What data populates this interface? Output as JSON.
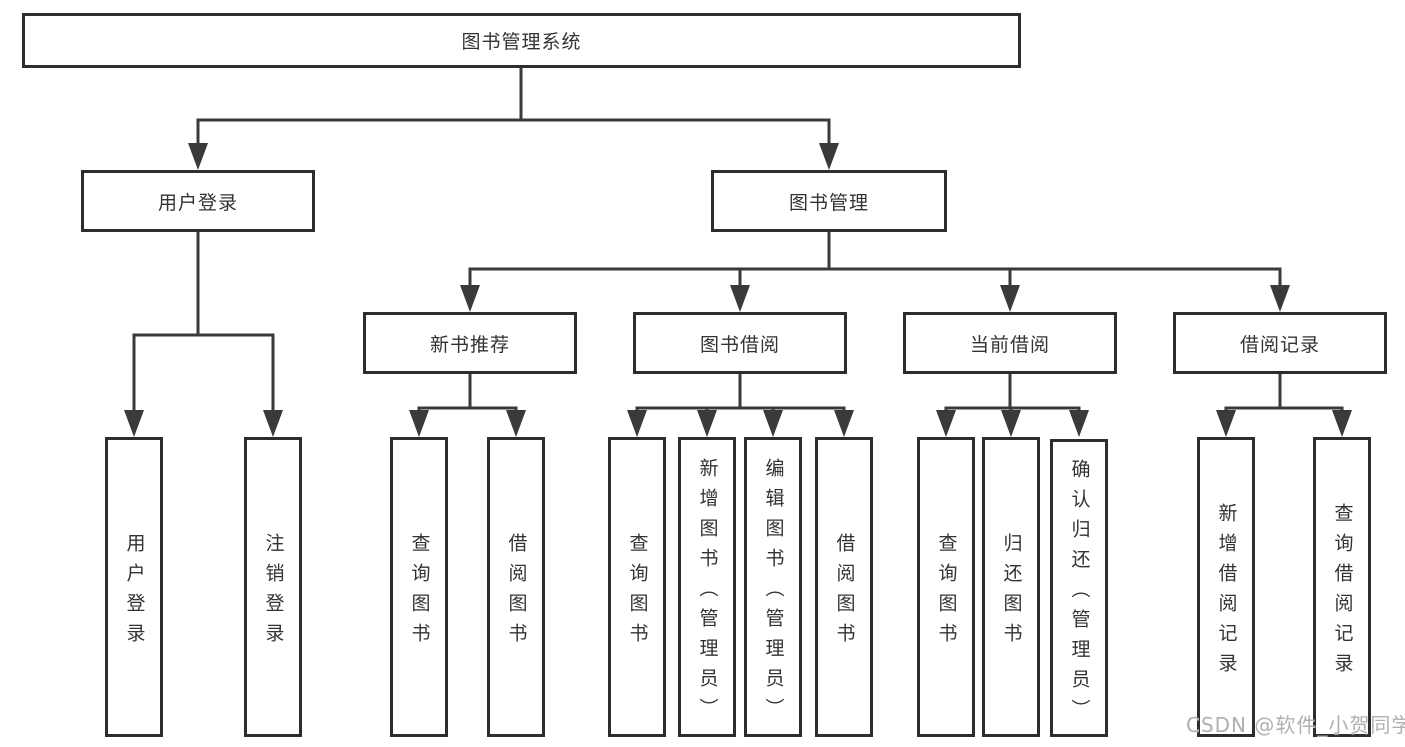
{
  "diagram": {
    "root": "图书管理系统",
    "branches": {
      "login": {
        "label": "用户登录",
        "children": [
          "用户登录",
          "注销登录"
        ]
      },
      "management": {
        "label": "图书管理",
        "groups": [
          {
            "label": "新书推荐",
            "children": [
              "查询图书",
              "借阅图书"
            ]
          },
          {
            "label": "图书借阅",
            "children": [
              "查询图书",
              "新增图书（管理员）",
              "编辑图书（管理员）",
              "借阅图书"
            ]
          },
          {
            "label": "当前借阅",
            "children": [
              "查询图书",
              "归还图书",
              "确认归还（管理员）"
            ]
          },
          {
            "label": "借阅记录",
            "children": [
              "新增借阅记录",
              "查询借阅记录"
            ]
          }
        ]
      }
    }
  },
  "watermark": {
    "text": "CSDN @软件_小贺同学"
  },
  "colors": {
    "line": "#3a3a3a",
    "border": "#2d2d2d",
    "text": "#333333",
    "watermark": "#b0b0b0",
    "bg": "#ffffff"
  }
}
